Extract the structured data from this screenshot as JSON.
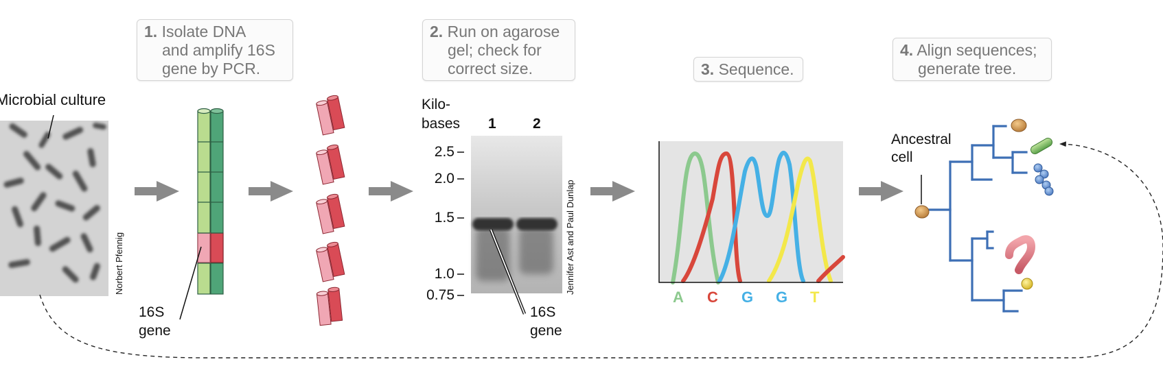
{
  "steps": [
    {
      "number": "1.",
      "lines": [
        "Isolate DNA",
        "and amplify 16S",
        "gene by PCR."
      ]
    },
    {
      "number": "2.",
      "lines": [
        "Run on agarose",
        "gel; check for",
        "correct size."
      ]
    },
    {
      "number": "3.",
      "lines": [
        "Sequence."
      ]
    },
    {
      "number": "4.",
      "lines": [
        "Align sequences;",
        "generate tree."
      ]
    }
  ],
  "labels": {
    "microbial_culture": "Microbial culture",
    "gene_label_1_a": "16S",
    "gene_label_1_b": "gene",
    "gene_label_2_a": "16S",
    "gene_label_2_b": "gene",
    "kilobases_a": "Kilo-",
    "kilobases_b": "bases",
    "lane_1": "1",
    "lane_2": "2",
    "ancestral_a": "Ancestral",
    "ancestral_b": "cell"
  },
  "gel_ticks": [
    "2.5",
    "2.0",
    "1.5",
    "1.0",
    "0.75"
  ],
  "sequence_bases": [
    {
      "base": "A",
      "color": "#8cc98e"
    },
    {
      "base": "C",
      "color": "#d8473b"
    },
    {
      "base": "G",
      "color": "#45b0e5"
    },
    {
      "base": "G",
      "color": "#45b0e5"
    },
    {
      "base": "T",
      "color": "#f3e84a"
    }
  ],
  "credits": {
    "photo": "Norbert Pfennig",
    "gel": "Jennifer Ast and Paul Dunlap"
  },
  "colors": {
    "arrow": "#8a8a8a",
    "tree": "#3d6fb5",
    "dna_light_green": "#b9dc8f",
    "dna_dark_green": "#4fa578",
    "pcr_pink": "#f0a7b4",
    "pcr_red": "#d94b56"
  }
}
